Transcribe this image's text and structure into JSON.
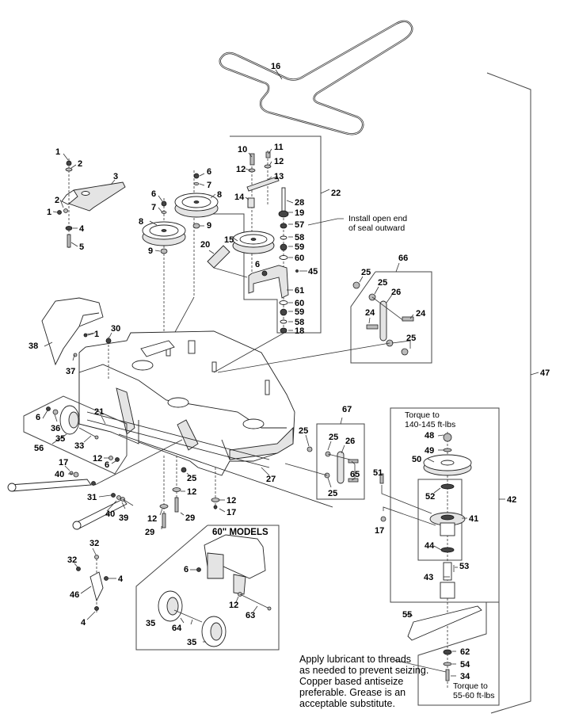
{
  "diagram": {
    "title": "Mower Deck Assembly Parts Breakdown",
    "callouts": {
      "c1a": "1",
      "c2a": "2",
      "c3": "3",
      "c2b": "2",
      "c1b": "1",
      "c4a": "4",
      "c5": "5",
      "c6a": "6",
      "c7a": "7",
      "c8a": "8",
      "c9a": "9",
      "c6b": "6",
      "c7b": "7",
      "c8b": "8",
      "c9b": "9",
      "c10": "10",
      "c11": "11",
      "c12a": "12",
      "c12b": "12",
      "c13": "13",
      "c14": "14",
      "c15": "15",
      "c16": "16",
      "c20": "20",
      "c6c": "6",
      "c22": "22",
      "c28": "28",
      "c19": "19",
      "c57": "57",
      "c58a": "58",
      "c59a": "59",
      "c60a": "60",
      "c45": "45",
      "c61": "61",
      "c60b": "60",
      "c59b": "59",
      "c58b": "58",
      "c18": "18",
      "c66": "66",
      "c25a": "25",
      "c25b": "25",
      "c26a": "26",
      "c24a": "24",
      "c24b": "24",
      "c25c": "25",
      "c47": "47",
      "c38": "38",
      "c1c": "1",
      "c30": "30",
      "c37": "37",
      "c21": "21",
      "c6d": "6",
      "c36": "36",
      "c35a": "35",
      "c56": "56",
      "c33": "33",
      "c12c": "12",
      "c6e": "6",
      "c17a": "17",
      "c40a": "40",
      "c31": "31",
      "c40b": "40",
      "c39": "39",
      "c25d": "25",
      "c12d": "12",
      "c29a": "29",
      "c12e": "12",
      "c29b": "29",
      "c27": "27",
      "c12f": "12",
      "c17b": "17",
      "c67": "67",
      "c25e": "25",
      "c25f": "25",
      "c26b": "26",
      "c65": "65",
      "c25g": "25",
      "c51": "51",
      "c17c": "17",
      "c48": "48",
      "c49": "49",
      "c50": "50",
      "c52": "52",
      "c41": "41",
      "c42": "42",
      "c44": "44",
      "c43": "43",
      "c53": "53",
      "c55": "55",
      "c62": "62",
      "c54": "54",
      "c34": "34",
      "c32a": "32",
      "c32b": "32",
      "c4b": "4",
      "c46": "46",
      "c4c": "4",
      "c6f": "6",
      "c12g": "12",
      "c63": "63",
      "c35b": "35",
      "c64": "64",
      "c35c": "35"
    },
    "notes": {
      "seal_line1": "Install open end",
      "seal_line2": "of seal outward",
      "torque_top_line1": "Torque to",
      "torque_top_line2": "140-145 ft-lbs",
      "torque_bottom_line1": "Torque to",
      "torque_bottom_line2": "55-60 ft-lbs",
      "lube_line1": "Apply lubricant to threads",
      "lube_line2": "as needed to prevent seizing.",
      "lube_line3": "Copper based antiseize",
      "lube_line4": "preferable.  Grease is an",
      "lube_line5": "acceptable substitute.",
      "models_60": "60\" MODELS"
    }
  }
}
